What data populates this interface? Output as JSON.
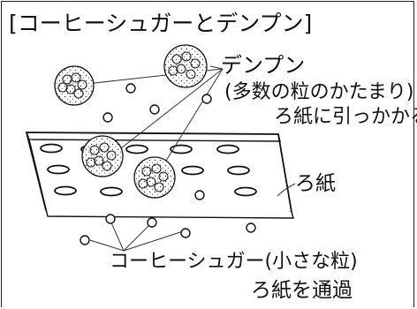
{
  "title": "[コーヒーシュガーとデンプン]",
  "starch": {
    "name": "デンプン",
    "description": "(多数の粒のかたまり)",
    "filter_behavior": "ろ紙に引っかかる"
  },
  "filter_paper": {
    "label": "ろ紙"
  },
  "sugar": {
    "name": "コーヒーシュガー(小さな粒)",
    "filter_behavior": "ろ紙を通過"
  }
}
